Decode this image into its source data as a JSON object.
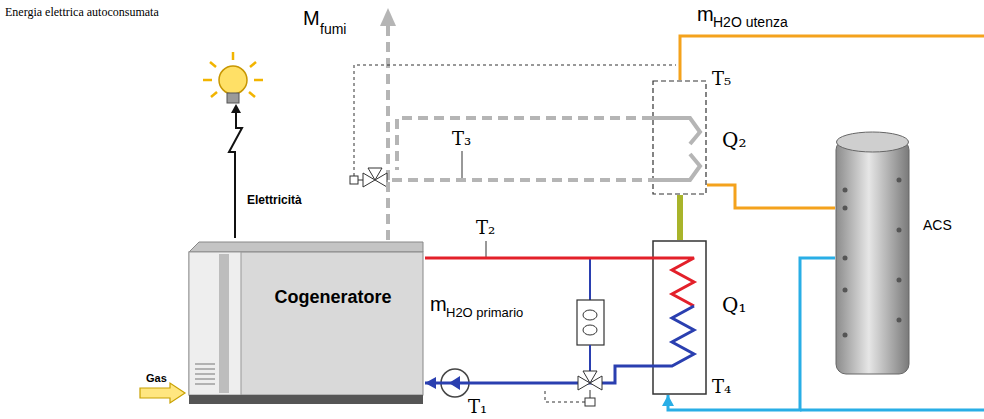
{
  "diagram": {
    "nodes": [
      {
        "text": [
          "Cogeneratore"
        ]
      },
      {
        "text": [
          "Q₁"
        ]
      },
      {
        "text": [
          "Q₂"
        ]
      },
      {
        "text": [
          "ACS"
        ]
      }
    ],
    "edges": [
      {
        "from": 0,
        "to": 1,
        "arrow": "none"
      },
      {
        "from": 1,
        "to": 0,
        "arrow": "to"
      },
      {
        "from": 0,
        "to": 2,
        "arrow": "none"
      },
      {
        "from": 1,
        "to": 2,
        "arrow": "none"
      },
      {
        "from": 2,
        "to": 3,
        "arrow": "none"
      },
      {
        "from": 3,
        "to": 1,
        "arrow": "to"
      }
    ],
    "labels": [
      "Energia elettrica autoconsumata",
      "Elettricità",
      "Gas",
      "M",
      "fumi",
      "m",
      "H2O utenza",
      "m",
      "H2O primario",
      "T₁",
      "T₂",
      "T₃",
      "T₄",
      "T₅"
    ]
  }
}
